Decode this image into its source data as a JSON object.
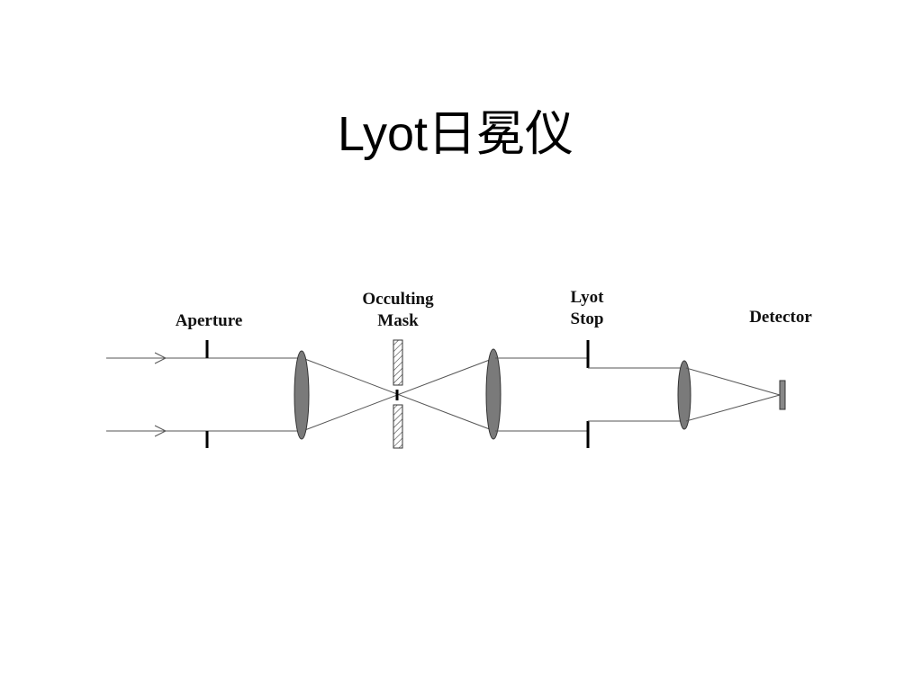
{
  "slide": {
    "title": "Lyot日冕仪"
  },
  "diagram": {
    "labels": {
      "aperture": "Aperture",
      "mask_line1": "Occulting",
      "mask_line2": "Mask",
      "stop_line1": "Lyot",
      "stop_line2": "Stop",
      "detector": "Detector"
    },
    "colors": {
      "lens_fill": "#7a7a7a",
      "ray": "#555555",
      "detector_fill": "#888888"
    }
  }
}
